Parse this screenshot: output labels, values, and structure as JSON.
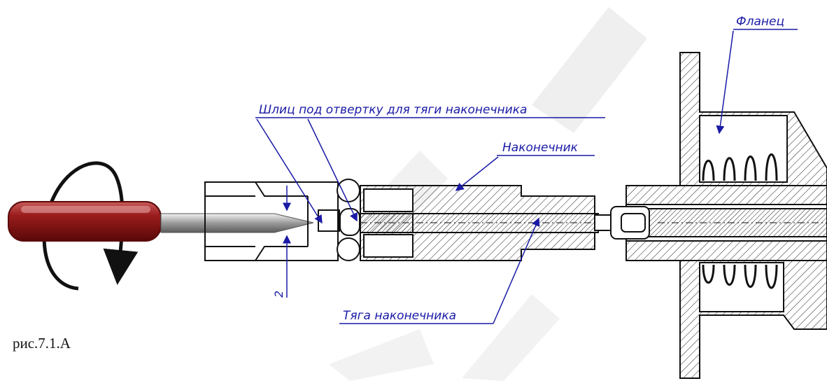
{
  "labels": {
    "slot": "Шлиц под отвертку для тяги наконечника",
    "tip": "Наконечник",
    "rod": "Тяга наконечника",
    "flange": "Фланец",
    "dimension": "2"
  },
  "caption": "рис.7.1.А",
  "colors": {
    "annotation": "#1a1aa6",
    "outline": "#111111",
    "handle": "#8a1616",
    "watermark": "#ececec"
  },
  "icons": {
    "tool": "screwdriver-icon",
    "rotation": "rotation-arrow-icon"
  }
}
